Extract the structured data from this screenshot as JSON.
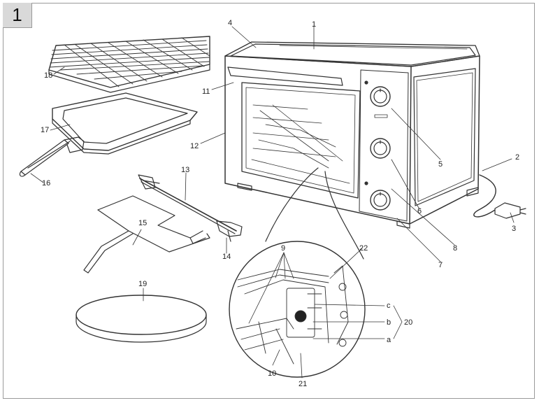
{
  "figure": {
    "number": "1"
  },
  "labels": {
    "l1": "1",
    "l2": "2",
    "l3": "3",
    "l4": "4",
    "l5": "5",
    "l6": "6",
    "l7": "7",
    "l8": "8",
    "l9": "9",
    "l10": "10",
    "l11": "11",
    "l12": "12",
    "l13": "13",
    "l14": "14",
    "l15": "15",
    "l16": "16",
    "l17": "17",
    "l18": "18",
    "l19": "19",
    "l20": "20",
    "l21": "21",
    "l22": "22",
    "la": "a",
    "lb": "b",
    "lc": "c"
  },
  "colors": {
    "line": "#333333",
    "frame": "#9a9a9a",
    "figbox": "#d9d9d9"
  }
}
